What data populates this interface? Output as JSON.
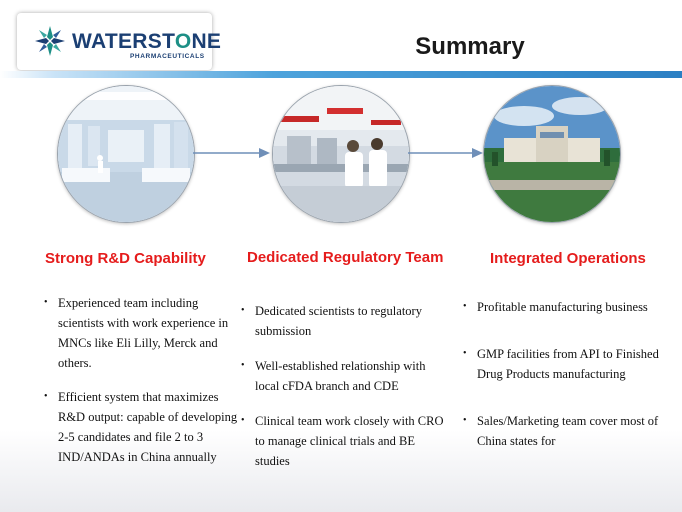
{
  "header": {
    "logo_word_left": "WATERST",
    "logo_word_o": "O",
    "logo_word_right": "NE",
    "logo_subtitle": "PHARMACEUTICALS",
    "title": "Summary"
  },
  "colors": {
    "accent_red": "#e51c1c",
    "brand_navy": "#1b3f73",
    "brand_teal": "#1d8f86",
    "header_line_blue": "#2b7fc3"
  },
  "columns": [
    {
      "heading": "Strong R&D Capability",
      "image_icon": "laboratory-photo",
      "bullets": [
        "Experienced team including scientists with work experience in MNCs like Eli Lilly,  Merck and others.",
        "Efficient system that maximizes R&D output: capable of developing 2-5 candidates and file 2 to 3 IND/ANDAs  in China annually"
      ]
    },
    {
      "heading": "Dedicated Regulatory Team",
      "image_icon": "scientists-lab-photo",
      "bullets": [
        "Dedicated scientists to regulatory submission",
        "Well-established relationship with local cFDA branch and CDE",
        "Clinical team work closely with CRO to manage clinical trials and BE studies"
      ]
    },
    {
      "heading": "Integrated Operations",
      "image_icon": "factory-photo",
      "bullets": [
        "Profitable manufacturing business",
        "GMP facilities from API to Finished Drug Products manufacturing",
        "Sales/Marketing team cover most of China states for"
      ]
    }
  ]
}
